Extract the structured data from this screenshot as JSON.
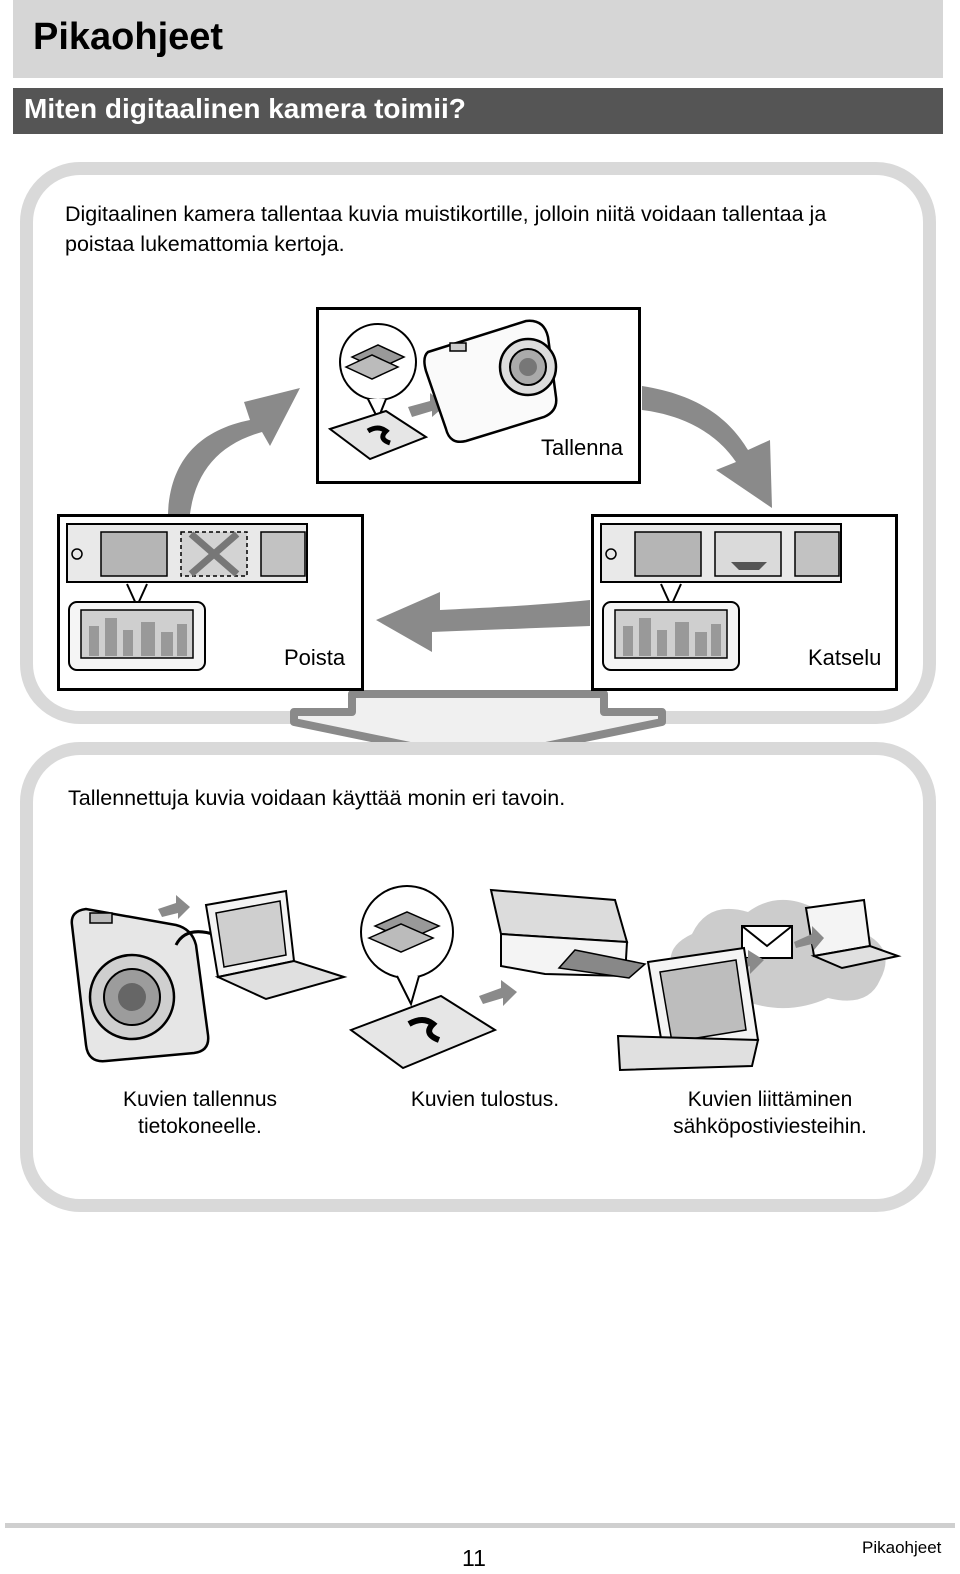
{
  "header": {
    "title": "Pikaohjeet"
  },
  "section": {
    "title": "Miten digitaalinen kamera toimii?"
  },
  "intro": {
    "text": "Digitaalinen kamera tallentaa kuvia muistikortille, jolloin niitä voidaan tallentaa ja poistaa lukemattomia kertoja."
  },
  "cycle": {
    "save_label": "Tallenna",
    "delete_label": "Poista",
    "view_label": "Katselu"
  },
  "uses": {
    "text": "Tallennettuja kuvia voidaan käyttää monin eri tavoin.",
    "items": [
      {
        "line1": "Kuvien tallennus",
        "line2": "tietokoneelle."
      },
      {
        "line1": "Kuvien tulostus.",
        "line2": ""
      },
      {
        "line1": "Kuvien liittäminen",
        "line2": "sähköpostiviesteihin."
      }
    ]
  },
  "footer": {
    "page_number": "11",
    "label": "Pikaohjeet"
  },
  "icons": [
    "camera-icon",
    "memory-card-icon",
    "photos-icon",
    "film-strip-icon",
    "tablet-icon",
    "laptop-icon",
    "printer-icon",
    "cloud-icon",
    "envelope-icon",
    "arrow-icon"
  ]
}
